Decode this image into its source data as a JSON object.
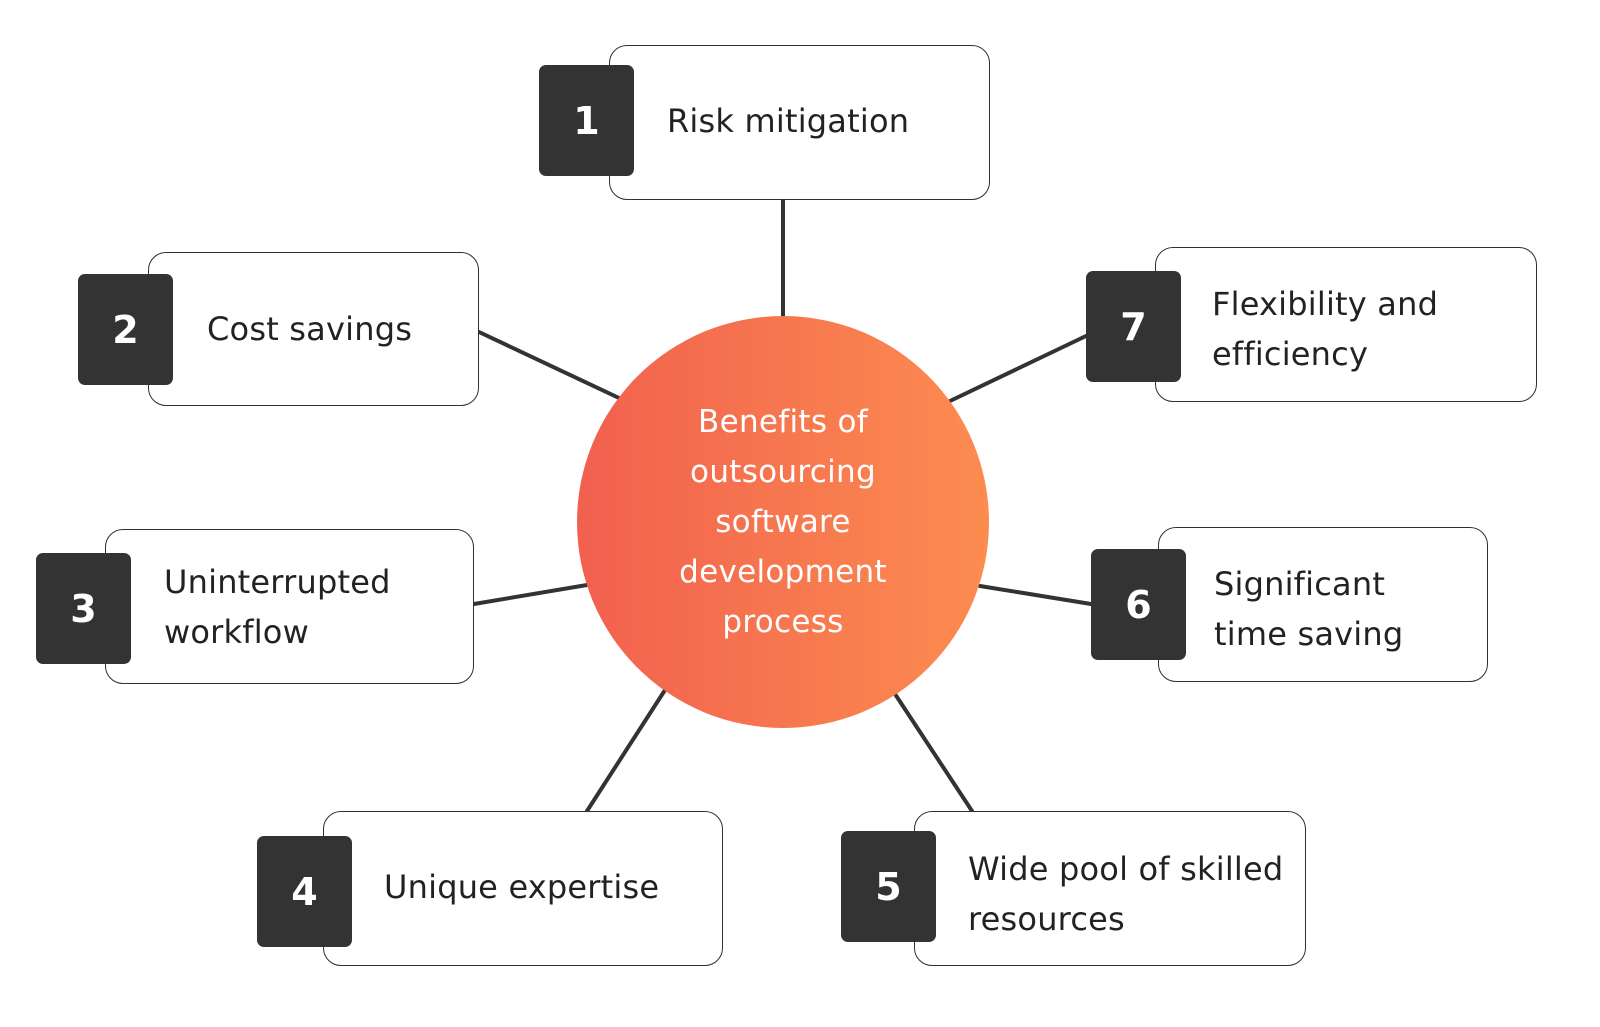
{
  "center": {
    "title": "Benefits of outsourcing software development process",
    "gradient_start": "#F2604F",
    "gradient_end": "#FD8C50"
  },
  "colors": {
    "badge": "#333333",
    "line": "#333333",
    "card_border": "#2f2f2f"
  },
  "items": [
    {
      "number": "1",
      "label": "Risk mitigation"
    },
    {
      "number": "2",
      "label": "Cost savings"
    },
    {
      "number": "3",
      "label": "Uninterrupted workflow"
    },
    {
      "number": "4",
      "label": "Unique expertise"
    },
    {
      "number": "5",
      "label": "Wide pool of skilled resources"
    },
    {
      "number": "6",
      "label": "Significant time saving"
    },
    {
      "number": "7",
      "label": "Flexibility and efficiency"
    }
  ],
  "chart_data": {
    "type": "hub-and-spoke diagram",
    "title": "Benefits of outsourcing software development process",
    "nodes": [
      "1 Risk mitigation",
      "2 Cost savings",
      "3 Uninterrupted workflow",
      "4 Unique expertise",
      "5 Wide pool of skilled resources",
      "6 Significant time saving",
      "7 Flexibility and efficiency"
    ]
  }
}
